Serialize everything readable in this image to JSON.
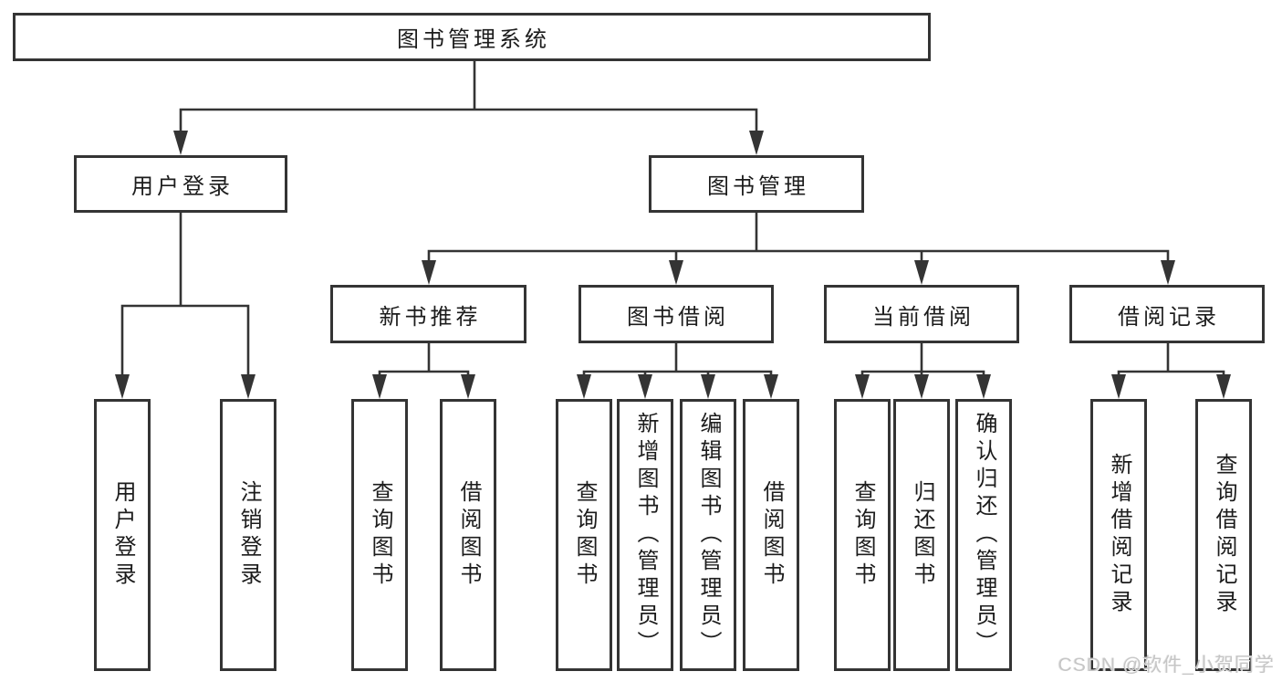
{
  "colors": {
    "line": "#343434",
    "text": "#1c1c1c",
    "box_bg": "#ffffff",
    "background": "#ffffff",
    "watermark": "#c6c6c6"
  },
  "watermark": {
    "text": "CSDN @软件_小贺同学"
  },
  "diagram": {
    "root": {
      "label": "图书管理系统"
    },
    "branches": [
      {
        "label": "用户登录",
        "children": [
          {
            "label": "用户登录"
          },
          {
            "label": "注销登录"
          }
        ]
      },
      {
        "label": "图书管理",
        "children": [
          {
            "label": "新书推荐",
            "children": [
              {
                "label": "查询图书"
              },
              {
                "label": "借阅图书"
              }
            ]
          },
          {
            "label": "图书借阅",
            "children": [
              {
                "label": "查询图书"
              },
              {
                "label": "新增图书（管理员）"
              },
              {
                "label": "编辑图书（管理员）"
              },
              {
                "label": "借阅图书"
              }
            ]
          },
          {
            "label": "当前借阅",
            "children": [
              {
                "label": "查询图书"
              },
              {
                "label": "归还图书"
              },
              {
                "label": "确认归还（管理员）"
              }
            ]
          },
          {
            "label": "借阅记录",
            "children": [
              {
                "label": "新增借阅记录"
              },
              {
                "label": "查询借阅记录"
              }
            ]
          }
        ]
      }
    ]
  }
}
